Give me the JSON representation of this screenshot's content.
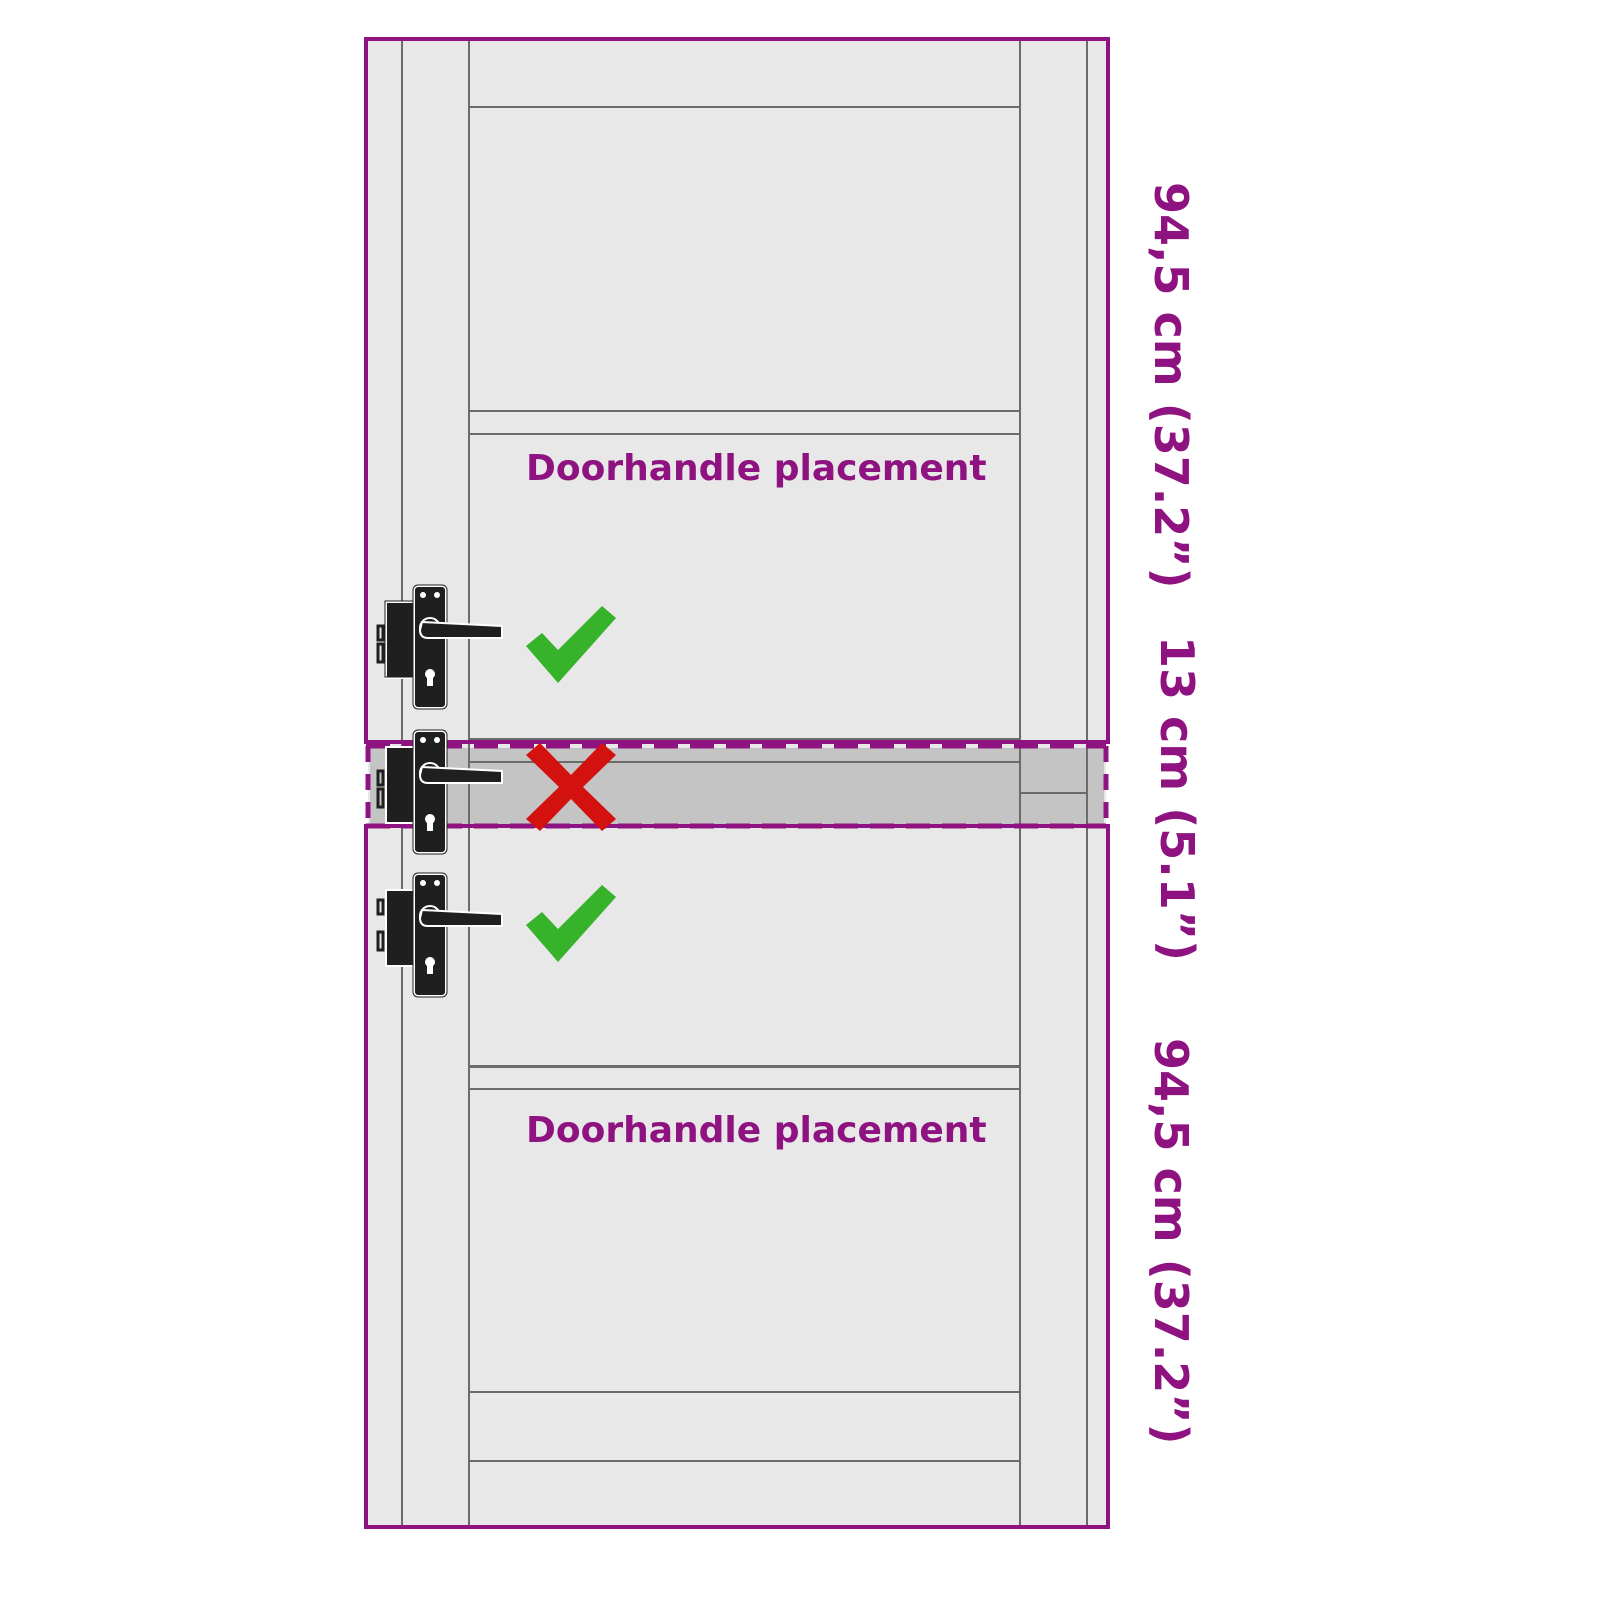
{
  "diagram": {
    "title": "Door handle placement guide",
    "colors": {
      "accent": "#8e1380",
      "door_fill": "#e8e8e8",
      "forbidden_band_fill": "#c4c4c4",
      "door_lines": "#6b6b6b",
      "ok_mark": "#36b22b",
      "bad_mark": "#d3110f",
      "handle": "#1f1f1f"
    },
    "zones": [
      {
        "id": "upper",
        "label": "Doorhandle placement",
        "dimension": "94,5 cm (37.2”)",
        "status": "allowed",
        "mark": "check-icon"
      },
      {
        "id": "middle",
        "label": "",
        "dimension": "13 cm (5.1”)",
        "status": "not-allowed",
        "mark": "cross-icon"
      },
      {
        "id": "lower",
        "label": "Doorhandle placement",
        "dimension": "94,5 cm (37.2”)",
        "status": "allowed",
        "mark": "check-icon"
      }
    ]
  }
}
